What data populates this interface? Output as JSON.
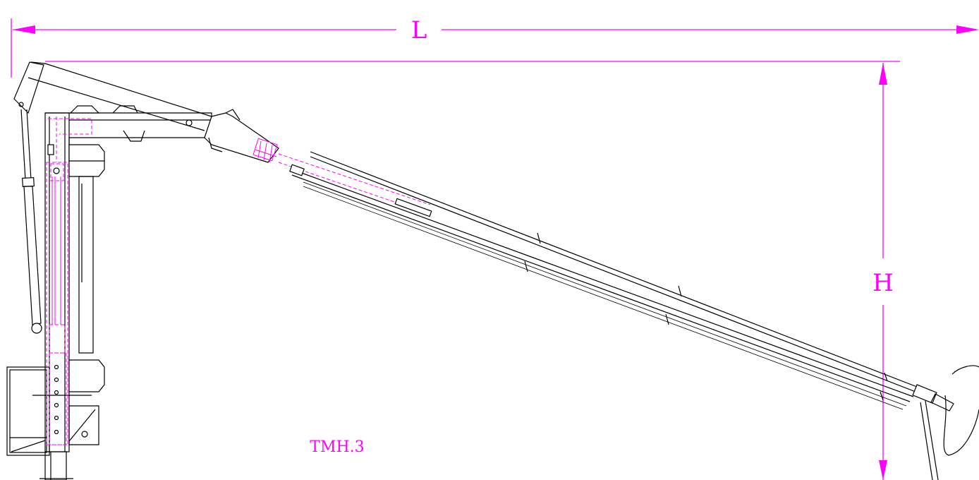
{
  "drawing": {
    "length_label": "L",
    "height_label": "H",
    "figure_label": "TMH.3",
    "colors": {
      "dimension": "#ff00ff",
      "structure": "#000000",
      "background": "#ffffff"
    }
  }
}
